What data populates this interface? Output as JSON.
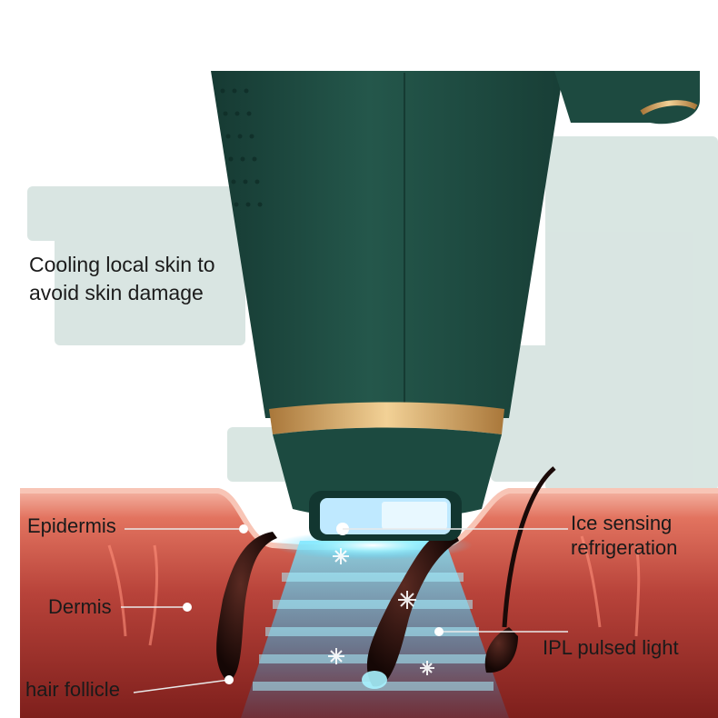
{
  "headline": {
    "line1": "Cooling local skin to",
    "line2": "avoid skin damage"
  },
  "labels": {
    "epidermis": "Epidermis",
    "dermis": "Dermis",
    "hair_follicle": "hair follicle",
    "ice_sensing_line1": "Ice sensing",
    "ice_sensing_line2": "refrigeration",
    "ipl": "IPL pulsed light"
  },
  "colors": {
    "device_green": "#1f4a40",
    "gold_ring": "#d9a85a",
    "skin_top": "#f2a08c",
    "dermis": "#b03a32",
    "cooling_blue": "#4fd6ff",
    "background_mist": "#d7e4e0"
  }
}
